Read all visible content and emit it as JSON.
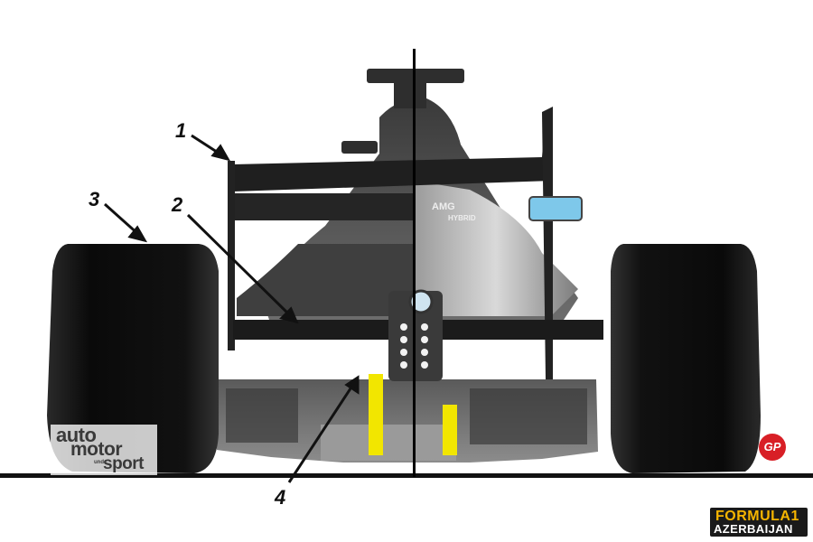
{
  "callouts": [
    {
      "number": "1"
    },
    {
      "number": "2"
    },
    {
      "number": "3"
    },
    {
      "number": "4"
    }
  ],
  "watermark_left": {
    "line1": "auto",
    "line2": "motor",
    "line3": "sport",
    "connector": "und"
  },
  "watermark_gp": {
    "text": "GP"
  },
  "watermark_right": {
    "line1": "FORMULA1",
    "line2": "AZERBAIJAN"
  },
  "livery_text": {
    "brand": "AMG",
    "sub": "HYBRID"
  },
  "colors": {
    "tyre": "#0d0d0d",
    "carbon": "#2e2e2e",
    "bodywork": "#5a5a5a",
    "highlight_yellow": "#f2e600",
    "mirror_blue": "#7ec8ea"
  }
}
